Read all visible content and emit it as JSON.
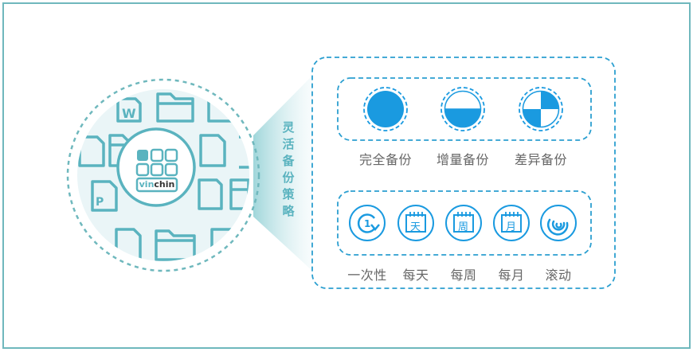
{
  "colors": {
    "frame": "#6fb8bd",
    "teal": "#5ab3bf",
    "blue": "#1a9ae0",
    "label_text": "#666666"
  },
  "logo": {
    "prefix": "vin",
    "suffix": "chin"
  },
  "strategy_title": [
    "灵",
    "活",
    "备",
    "份",
    "策",
    "略"
  ],
  "backup_types": [
    {
      "label": "完全备份",
      "icon": "full-backup-icon"
    },
    {
      "label": "增量备份",
      "icon": "incremental-backup-icon"
    },
    {
      "label": "差异备份",
      "icon": "differential-backup-icon"
    }
  ],
  "schedules": [
    {
      "label": "一次性",
      "icon": "once-icon"
    },
    {
      "label": "每天",
      "icon": "daily-calendar-icon",
      "glyph": "天"
    },
    {
      "label": "每周",
      "icon": "weekly-calendar-icon",
      "glyph": "周"
    },
    {
      "label": "每月",
      "icon": "monthly-calendar-icon",
      "glyph": "月"
    },
    {
      "label": "滚动",
      "icon": "rolling-icon"
    }
  ]
}
